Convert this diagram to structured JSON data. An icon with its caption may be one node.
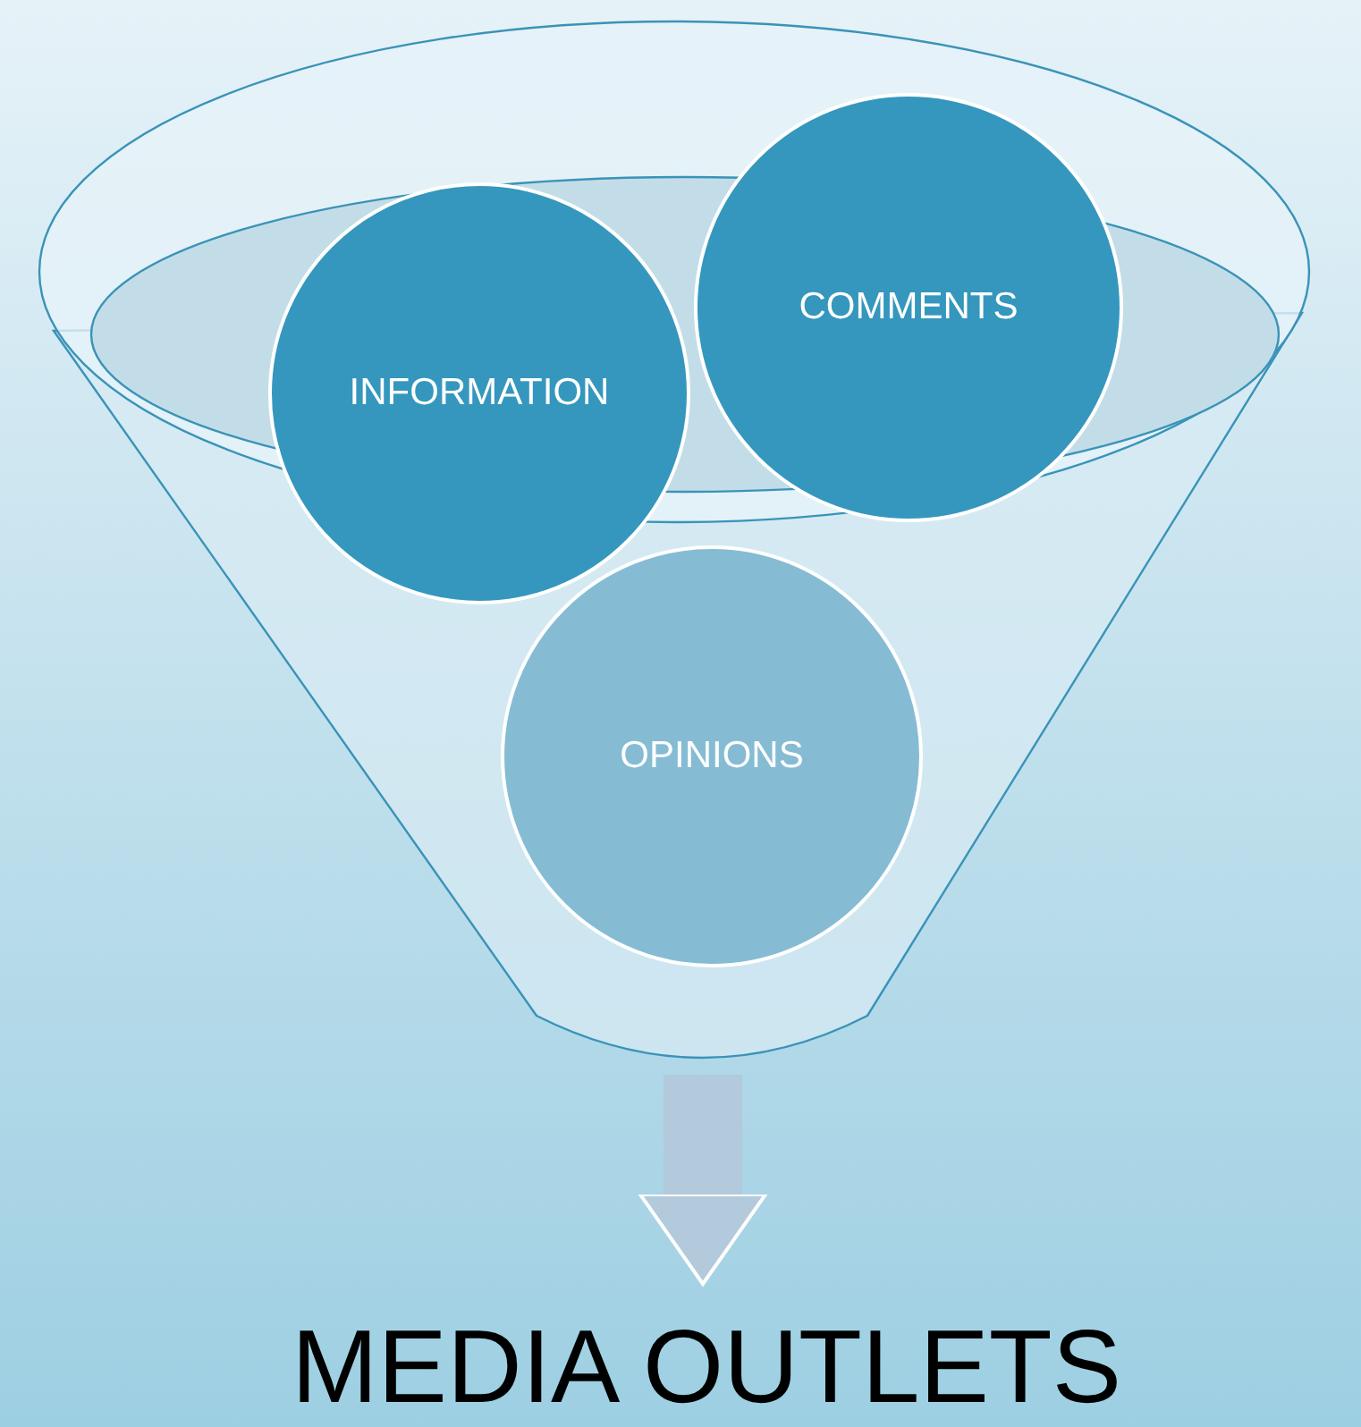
{
  "diagram": {
    "nodes": [
      {
        "text": [],
        "shape": "funnel"
      },
      {
        "text": [
          "INFORMATION"
        ]
      },
      {
        "text": [
          "COMMENTS"
        ]
      },
      {
        "text": [
          "OPINIONS"
        ],
        "in": 0
      },
      {
        "text": [
          "MEDIA OUTLETS"
        ]
      }
    ],
    "edges": [
      {
        "from": 0,
        "to": 4,
        "arrow": "to"
      }
    ]
  }
}
